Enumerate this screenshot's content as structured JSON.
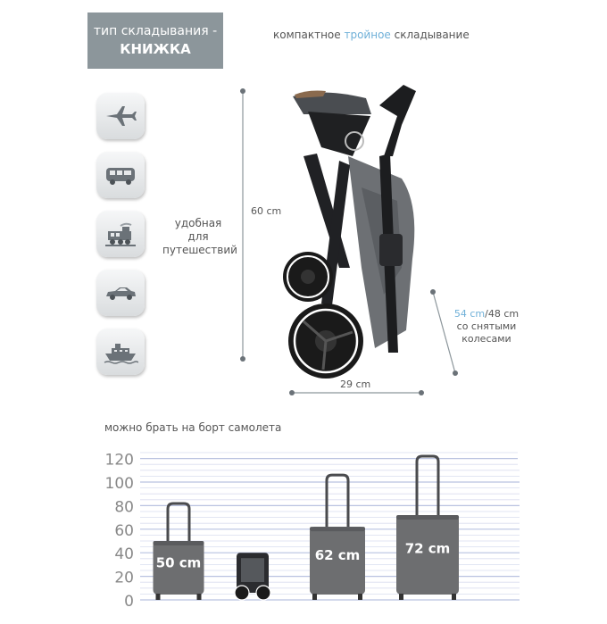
{
  "badge": {
    "line1": "тип складывания -",
    "line2": "КНИЖКА"
  },
  "headline": {
    "part1": "компактное ",
    "highlight": "тройное",
    "part2": " складывание"
  },
  "icons": [
    "airplane-icon",
    "bus-icon",
    "train-icon",
    "car-icon",
    "ship-icon"
  ],
  "travel_text": {
    "line1": "удобная",
    "line2": "для",
    "line3": "путешествий"
  },
  "dimensions": {
    "height": "60 cm",
    "width": "29 cm",
    "depth_main": "54 cm",
    "depth_alt": "/48 cm",
    "depth_note1": "со снятыми",
    "depth_note2": "колесами"
  },
  "chart_title": "можно брать на борт самолета",
  "chart_data": {
    "type": "bar",
    "y_ticks": [
      "120",
      "100",
      "80",
      "60",
      "40",
      "20",
      "0"
    ],
    "ylim": [
      0,
      125
    ],
    "categories": [
      "50 cm",
      "stroller",
      "62 cm",
      "72 cm"
    ],
    "values": [
      50,
      40,
      62,
      72
    ],
    "labels": [
      "50 cm",
      "",
      "62 cm",
      "72 cm"
    ]
  },
  "colors": {
    "accent": "#6fb0d8",
    "badge": "#8c969b",
    "suitcase": "#6d6e70",
    "grid": "#c9cfe6"
  }
}
